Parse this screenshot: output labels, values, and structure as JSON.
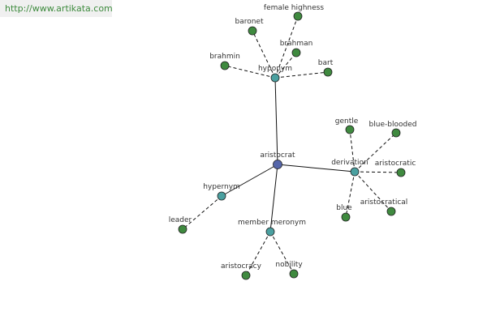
{
  "site_url": "http://www.artikata.com",
  "colors": {
    "center": "#5566aa",
    "relation": "#4aa0a0",
    "leaf": "#3f8a3f",
    "outline": "#222222"
  },
  "nodes": [
    {
      "id": "aristocrat",
      "label": "aristocrat",
      "kind": "center"
    },
    {
      "id": "hyponym",
      "label": "hyponym",
      "kind": "relation"
    },
    {
      "id": "derivation",
      "label": "derivation",
      "kind": "relation"
    },
    {
      "id": "hypernym",
      "label": "hypernym",
      "kind": "relation"
    },
    {
      "id": "member_meronym",
      "label": "member meronym",
      "kind": "relation"
    },
    {
      "id": "baronet",
      "label": "baronet",
      "kind": "leaf"
    },
    {
      "id": "female_highness",
      "label": "female highness",
      "kind": "leaf"
    },
    {
      "id": "brahman",
      "label": "brahman",
      "kind": "leaf"
    },
    {
      "id": "brahmin",
      "label": "brahmin",
      "kind": "leaf"
    },
    {
      "id": "bart",
      "label": "bart",
      "kind": "leaf"
    },
    {
      "id": "gentle",
      "label": "gentle",
      "kind": "leaf"
    },
    {
      "id": "blue_blooded",
      "label": "blue-blooded",
      "kind": "leaf"
    },
    {
      "id": "aristocratic",
      "label": "aristocratic",
      "kind": "leaf"
    },
    {
      "id": "aristocratical",
      "label": "aristocratical",
      "kind": "leaf"
    },
    {
      "id": "blue",
      "label": "blue",
      "kind": "leaf"
    },
    {
      "id": "leader",
      "label": "leader",
      "kind": "leaf"
    },
    {
      "id": "aristocracy",
      "label": "aristocracy",
      "kind": "leaf"
    },
    {
      "id": "nobility",
      "label": "nobility",
      "kind": "leaf"
    }
  ],
  "edges": [
    {
      "from": "aristocrat",
      "to": "hyponym",
      "style": "solid"
    },
    {
      "from": "aristocrat",
      "to": "derivation",
      "style": "solid"
    },
    {
      "from": "aristocrat",
      "to": "hypernym",
      "style": "solid"
    },
    {
      "from": "aristocrat",
      "to": "member_meronym",
      "style": "solid"
    },
    {
      "from": "hyponym",
      "to": "baronet",
      "style": "dashed"
    },
    {
      "from": "hyponym",
      "to": "female_highness",
      "style": "dashed"
    },
    {
      "from": "hyponym",
      "to": "brahman",
      "style": "dashed"
    },
    {
      "from": "hyponym",
      "to": "brahmin",
      "style": "dashed"
    },
    {
      "from": "hyponym",
      "to": "bart",
      "style": "dashed"
    },
    {
      "from": "derivation",
      "to": "gentle",
      "style": "dashed"
    },
    {
      "from": "derivation",
      "to": "blue_blooded",
      "style": "dashed"
    },
    {
      "from": "derivation",
      "to": "aristocratic",
      "style": "dashed"
    },
    {
      "from": "derivation",
      "to": "aristocratical",
      "style": "dashed"
    },
    {
      "from": "derivation",
      "to": "blue",
      "style": "dashed"
    },
    {
      "from": "hypernym",
      "to": "leader",
      "style": "dashed"
    },
    {
      "from": "member_meronym",
      "to": "aristocracy",
      "style": "dashed"
    },
    {
      "from": "member_meronym",
      "to": "nobility",
      "style": "dashed"
    }
  ]
}
